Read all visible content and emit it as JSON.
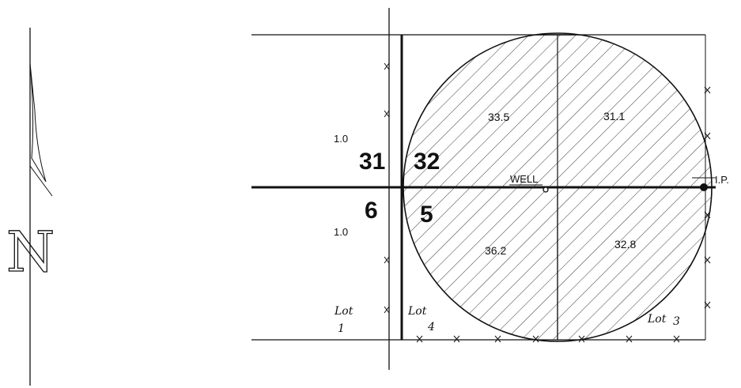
{
  "north_arrow": {
    "label": "N"
  },
  "sections": {
    "nw": "31",
    "ne": "32",
    "sw": "6",
    "se": "5"
  },
  "acreage": {
    "nw_left": "1.0",
    "sw_left": "1.0",
    "ne_west": "33.5",
    "ne_east": "31.1",
    "se_west": "36.2",
    "se_east": "32.8"
  },
  "labels": {
    "well": "WELL",
    "ip": "I.P."
  },
  "lots": [
    {
      "word": "Lot",
      "num": "1"
    },
    {
      "word": "Lot",
      "num": "4"
    },
    {
      "word": "Lot",
      "num": "3"
    }
  ]
}
